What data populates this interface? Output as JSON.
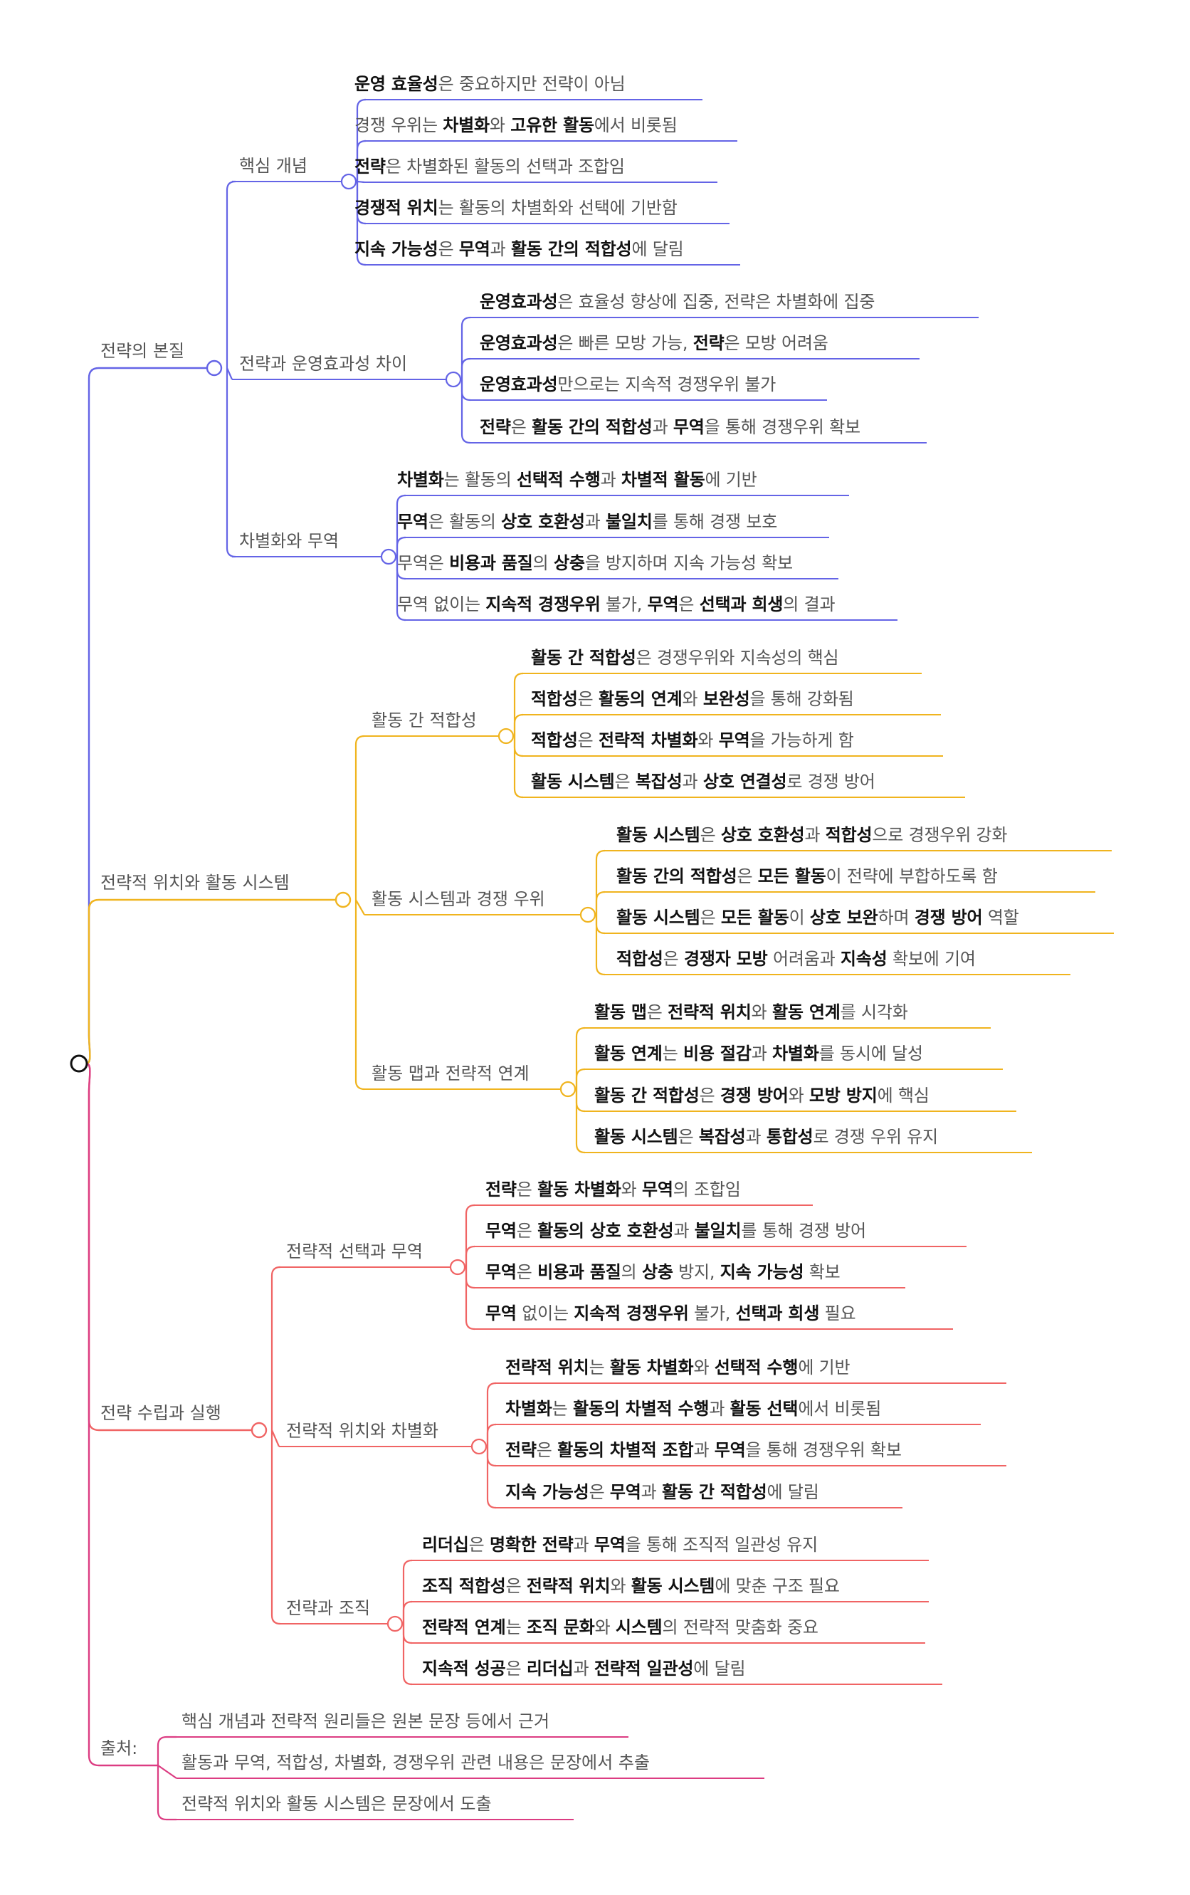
{
  "colors": {
    "blue": "#6464e6",
    "orange": "#f0b41e",
    "red": "#f06464",
    "pink": "#dc3c82"
  },
  "root": {
    "label": ""
  },
  "branches": [
    {
      "label": "전략의 본질",
      "color_key": "blue",
      "groups": [
        {
          "label": "핵심 개념",
          "items": [
            [
              {
                "t": "운영 효율성",
                "b": true
              },
              {
                "t": "은 중요하지만 전략이 아님"
              }
            ],
            [
              {
                "t": "경쟁 우위는 "
              },
              {
                "t": "차별화",
                "b": true
              },
              {
                "t": "와 "
              },
              {
                "t": "고유한 활동",
                "b": true
              },
              {
                "t": "에서 비롯됨"
              }
            ],
            [
              {
                "t": "전략",
                "b": true
              },
              {
                "t": "은 차별화된 활동의 선택과 조합임"
              }
            ],
            [
              {
                "t": "경쟁적 위치",
                "b": true
              },
              {
                "t": "는 활동의 차별화와 선택에 기반함"
              }
            ],
            [
              {
                "t": "지속 가능성",
                "b": true
              },
              {
                "t": "은 "
              },
              {
                "t": "무역",
                "b": true
              },
              {
                "t": "과 "
              },
              {
                "t": "활동 간의 적합성",
                "b": true
              },
              {
                "t": "에 달림"
              }
            ]
          ]
        },
        {
          "label": "전략과 운영효과성 차이",
          "items": [
            [
              {
                "t": "운영효과성",
                "b": true
              },
              {
                "t": "은 효율성 향상에 집중, 전략은 차별화에 집중"
              }
            ],
            [
              {
                "t": "운영효과성",
                "b": true
              },
              {
                "t": "은 빠른 모방 가능, "
              },
              {
                "t": "전략",
                "b": true
              },
              {
                "t": "은 모방 어려움"
              }
            ],
            [
              {
                "t": "운영효과성",
                "b": true
              },
              {
                "t": "만으로는 지속적 경쟁우위 불가"
              }
            ],
            [
              {
                "t": "전략",
                "b": true
              },
              {
                "t": "은 "
              },
              {
                "t": "활동 간의 적합성",
                "b": true
              },
              {
                "t": "과 "
              },
              {
                "t": "무역",
                "b": true
              },
              {
                "t": "을 통해 경쟁우위 확보"
              }
            ]
          ]
        },
        {
          "label": "차별화와 무역",
          "items": [
            [
              {
                "t": "차별화",
                "b": true
              },
              {
                "t": "는 활동의 "
              },
              {
                "t": "선택적 수행",
                "b": true
              },
              {
                "t": "과 "
              },
              {
                "t": "차별적 활동",
                "b": true
              },
              {
                "t": "에 기반"
              }
            ],
            [
              {
                "t": "무역",
                "b": true
              },
              {
                "t": "은 활동의 "
              },
              {
                "t": "상호 호환성",
                "b": true
              },
              {
                "t": "과 "
              },
              {
                "t": "불일치",
                "b": true
              },
              {
                "t": "를 통해 경쟁 보호"
              }
            ],
            [
              {
                "t": "무역은 "
              },
              {
                "t": "비용과 품질",
                "b": true
              },
              {
                "t": "의 "
              },
              {
                "t": "상충",
                "b": true
              },
              {
                "t": "을 방지하며 지속 가능성 확보"
              }
            ],
            [
              {
                "t": "무역 없이는 "
              },
              {
                "t": "지속적 경쟁우위",
                "b": true
              },
              {
                "t": " 불가, "
              },
              {
                "t": "무역",
                "b": true
              },
              {
                "t": "은 "
              },
              {
                "t": "선택과 희생",
                "b": true
              },
              {
                "t": "의 결과"
              }
            ]
          ]
        }
      ]
    },
    {
      "label": "전략적 위치와 활동 시스템",
      "color_key": "orange",
      "groups": [
        {
          "label": "활동 간 적합성",
          "items": [
            [
              {
                "t": "활동 간 적합성",
                "b": true
              },
              {
                "t": "은 경쟁우위와 지속성의 핵심"
              }
            ],
            [
              {
                "t": "적합성",
                "b": true
              },
              {
                "t": "은 "
              },
              {
                "t": "활동의 연계",
                "b": true
              },
              {
                "t": "와 "
              },
              {
                "t": "보완성",
                "b": true
              },
              {
                "t": "을 통해 강화됨"
              }
            ],
            [
              {
                "t": "적합성",
                "b": true
              },
              {
                "t": "은 "
              },
              {
                "t": "전략적 차별화",
                "b": true
              },
              {
                "t": "와 "
              },
              {
                "t": "무역",
                "b": true
              },
              {
                "t": "을 가능하게 함"
              }
            ],
            [
              {
                "t": "활동 시스템",
                "b": true
              },
              {
                "t": "은 "
              },
              {
                "t": "복잡성",
                "b": true
              },
              {
                "t": "과 "
              },
              {
                "t": "상호 연결성",
                "b": true
              },
              {
                "t": "로 경쟁 방어"
              }
            ]
          ]
        },
        {
          "label": "활동 시스템과 경쟁 우위",
          "items": [
            [
              {
                "t": "활동 시스템",
                "b": true
              },
              {
                "t": "은 "
              },
              {
                "t": "상호 호환성",
                "b": true
              },
              {
                "t": "과 "
              },
              {
                "t": "적합성",
                "b": true
              },
              {
                "t": "으로 경쟁우위 강화"
              }
            ],
            [
              {
                "t": "활동 간의 적합성",
                "b": true
              },
              {
                "t": "은 "
              },
              {
                "t": "모든 활동",
                "b": true
              },
              {
                "t": "이 전략에 부합하도록 함"
              }
            ],
            [
              {
                "t": "활동 시스템",
                "b": true
              },
              {
                "t": "은 "
              },
              {
                "t": "모든 활동",
                "b": true
              },
              {
                "t": "이 "
              },
              {
                "t": "상호 보완",
                "b": true
              },
              {
                "t": "하며 "
              },
              {
                "t": "경쟁 방어",
                "b": true
              },
              {
                "t": " 역할"
              }
            ],
            [
              {
                "t": "적합성",
                "b": true
              },
              {
                "t": "은 "
              },
              {
                "t": "경쟁자 모방",
                "b": true
              },
              {
                "t": " 어려움과 "
              },
              {
                "t": "지속성",
                "b": true
              },
              {
                "t": " 확보에 기여"
              }
            ]
          ]
        },
        {
          "label": "활동 맵과 전략적 연계",
          "items": [
            [
              {
                "t": "활동 맵",
                "b": true
              },
              {
                "t": "은 "
              },
              {
                "t": "전략적 위치",
                "b": true
              },
              {
                "t": "와 "
              },
              {
                "t": "활동 연계",
                "b": true
              },
              {
                "t": "를 시각화"
              }
            ],
            [
              {
                "t": "활동 연계",
                "b": true
              },
              {
                "t": "는 "
              },
              {
                "t": "비용 절감",
                "b": true
              },
              {
                "t": "과 "
              },
              {
                "t": "차별화",
                "b": true
              },
              {
                "t": "를 동시에 달성"
              }
            ],
            [
              {
                "t": "활동 간 적합성",
                "b": true
              },
              {
                "t": "은 "
              },
              {
                "t": "경쟁 방어",
                "b": true
              },
              {
                "t": "와 "
              },
              {
                "t": "모방 방지",
                "b": true
              },
              {
                "t": "에 핵심"
              }
            ],
            [
              {
                "t": "활동 시스템",
                "b": true
              },
              {
                "t": "은 "
              },
              {
                "t": "복잡성",
                "b": true
              },
              {
                "t": "과 "
              },
              {
                "t": "통합성",
                "b": true
              },
              {
                "t": "로 경쟁 우위 유지"
              }
            ]
          ]
        }
      ]
    },
    {
      "label": "전략 수립과 실행",
      "color_key": "red",
      "groups": [
        {
          "label": "전략적 선택과 무역",
          "items": [
            [
              {
                "t": "전략",
                "b": true
              },
              {
                "t": "은 "
              },
              {
                "t": "활동 차별화",
                "b": true
              },
              {
                "t": "와 "
              },
              {
                "t": "무역",
                "b": true
              },
              {
                "t": "의 조합임"
              }
            ],
            [
              {
                "t": "무역",
                "b": true
              },
              {
                "t": "은 "
              },
              {
                "t": "활동의 상호 호환성",
                "b": true
              },
              {
                "t": "과 "
              },
              {
                "t": "불일치",
                "b": true
              },
              {
                "t": "를 통해 경쟁 방어"
              }
            ],
            [
              {
                "t": "무역",
                "b": true
              },
              {
                "t": "은 "
              },
              {
                "t": "비용과 품질",
                "b": true
              },
              {
                "t": "의 "
              },
              {
                "t": "상충",
                "b": true
              },
              {
                "t": " 방지, "
              },
              {
                "t": "지속 가능성",
                "b": true
              },
              {
                "t": " 확보"
              }
            ],
            [
              {
                "t": "무역",
                "b": true
              },
              {
                "t": " 없이는 "
              },
              {
                "t": "지속적 경쟁우위",
                "b": true
              },
              {
                "t": " 불가, "
              },
              {
                "t": "선택과 희생",
                "b": true
              },
              {
                "t": " 필요"
              }
            ]
          ]
        },
        {
          "label": "전략적 위치와 차별화",
          "items": [
            [
              {
                "t": "전략적 위치",
                "b": true
              },
              {
                "t": "는 "
              },
              {
                "t": "활동 차별화",
                "b": true
              },
              {
                "t": "와 "
              },
              {
                "t": "선택적 수행",
                "b": true
              },
              {
                "t": "에 기반"
              }
            ],
            [
              {
                "t": "차별화",
                "b": true
              },
              {
                "t": "는 "
              },
              {
                "t": "활동의 차별적 수행",
                "b": true
              },
              {
                "t": "과 "
              },
              {
                "t": "활동 선택",
                "b": true
              },
              {
                "t": "에서 비롯됨"
              }
            ],
            [
              {
                "t": "전략",
                "b": true
              },
              {
                "t": "은 "
              },
              {
                "t": "활동의 차별적 조합",
                "b": true
              },
              {
                "t": "과 "
              },
              {
                "t": "무역",
                "b": true
              },
              {
                "t": "을 통해 경쟁우위 확보"
              }
            ],
            [
              {
                "t": "지속 가능성",
                "b": true
              },
              {
                "t": "은 "
              },
              {
                "t": "무역",
                "b": true
              },
              {
                "t": "과 "
              },
              {
                "t": "활동 간 적합성",
                "b": true
              },
              {
                "t": "에 달림"
              }
            ]
          ]
        },
        {
          "label": "전략과 조직",
          "items": [
            [
              {
                "t": "리더십",
                "b": true
              },
              {
                "t": "은 "
              },
              {
                "t": "명확한 전략",
                "b": true
              },
              {
                "t": "과 "
              },
              {
                "t": "무역",
                "b": true
              },
              {
                "t": "을 통해 조직적 일관성 유지"
              }
            ],
            [
              {
                "t": "조직 적합성",
                "b": true
              },
              {
                "t": "은 "
              },
              {
                "t": "전략적 위치",
                "b": true
              },
              {
                "t": "와 "
              },
              {
                "t": "활동 시스템",
                "b": true
              },
              {
                "t": "에 맞춘 구조 필요"
              }
            ],
            [
              {
                "t": "전략적 연계",
                "b": true
              },
              {
                "t": "는 "
              },
              {
                "t": "조직 문화",
                "b": true
              },
              {
                "t": "와 "
              },
              {
                "t": "시스템",
                "b": true
              },
              {
                "t": "의 전략적 맞춤화 중요"
              }
            ],
            [
              {
                "t": "지속적 성공",
                "b": true
              },
              {
                "t": "은 "
              },
              {
                "t": "리더십",
                "b": true
              },
              {
                "t": "과 "
              },
              {
                "t": "전략적 일관성",
                "b": true
              },
              {
                "t": "에 달림"
              }
            ]
          ]
        }
      ]
    },
    {
      "label": "출처:",
      "color_key": "pink",
      "leaves": [
        "핵심 개념과 전략적 원리들은 원본 문장 등에서 근거",
        "활동과 무역, 적합성, 차별화, 경쟁우위 관련 내용은 문장에서 추출",
        "전략적 위치와 활동 시스템은 문장에서 도출"
      ]
    }
  ]
}
